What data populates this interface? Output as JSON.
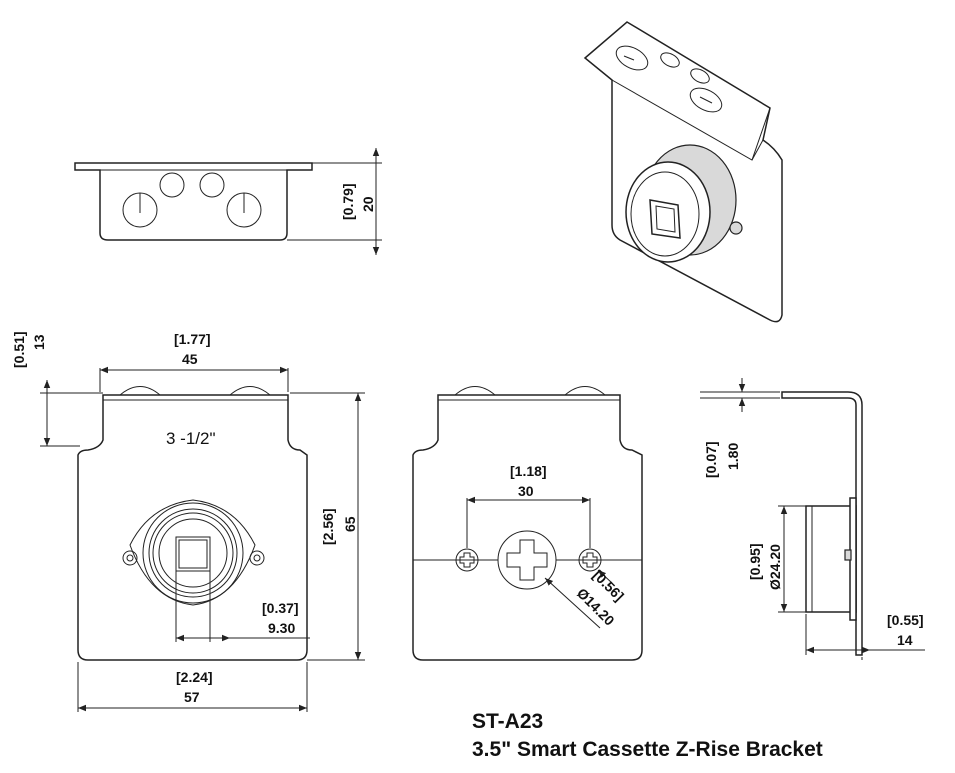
{
  "title": {
    "model": "ST-A23",
    "description": "3.5\" Smart Cassette Z-Rise Bracket"
  },
  "part_label": "3 -1/2\"",
  "dimensions": {
    "top_height_in": "[0.79]",
    "top_height_mm": "20",
    "tab_in": "[0.51]",
    "tab_mm": "13",
    "tab_width_in": "[1.77]",
    "tab_width_mm": "45",
    "front_height_in": "[2.56]",
    "front_height_mm": "65",
    "offset_in": "[0.37]",
    "offset_mm": "9.30",
    "width_in": "[2.24]",
    "width_mm": "57",
    "hole_spacing_in": "[1.18]",
    "hole_spacing_mm": "30",
    "screw_in": "[0.56]",
    "screw_mm": "Ø14.20",
    "thickness_in": "[0.07]",
    "thickness_mm": "1.80",
    "boss_dia_in": "[0.95]",
    "boss_dia_mm": "Ø24.20",
    "depth_in": "[0.55]",
    "depth_mm": "14"
  }
}
